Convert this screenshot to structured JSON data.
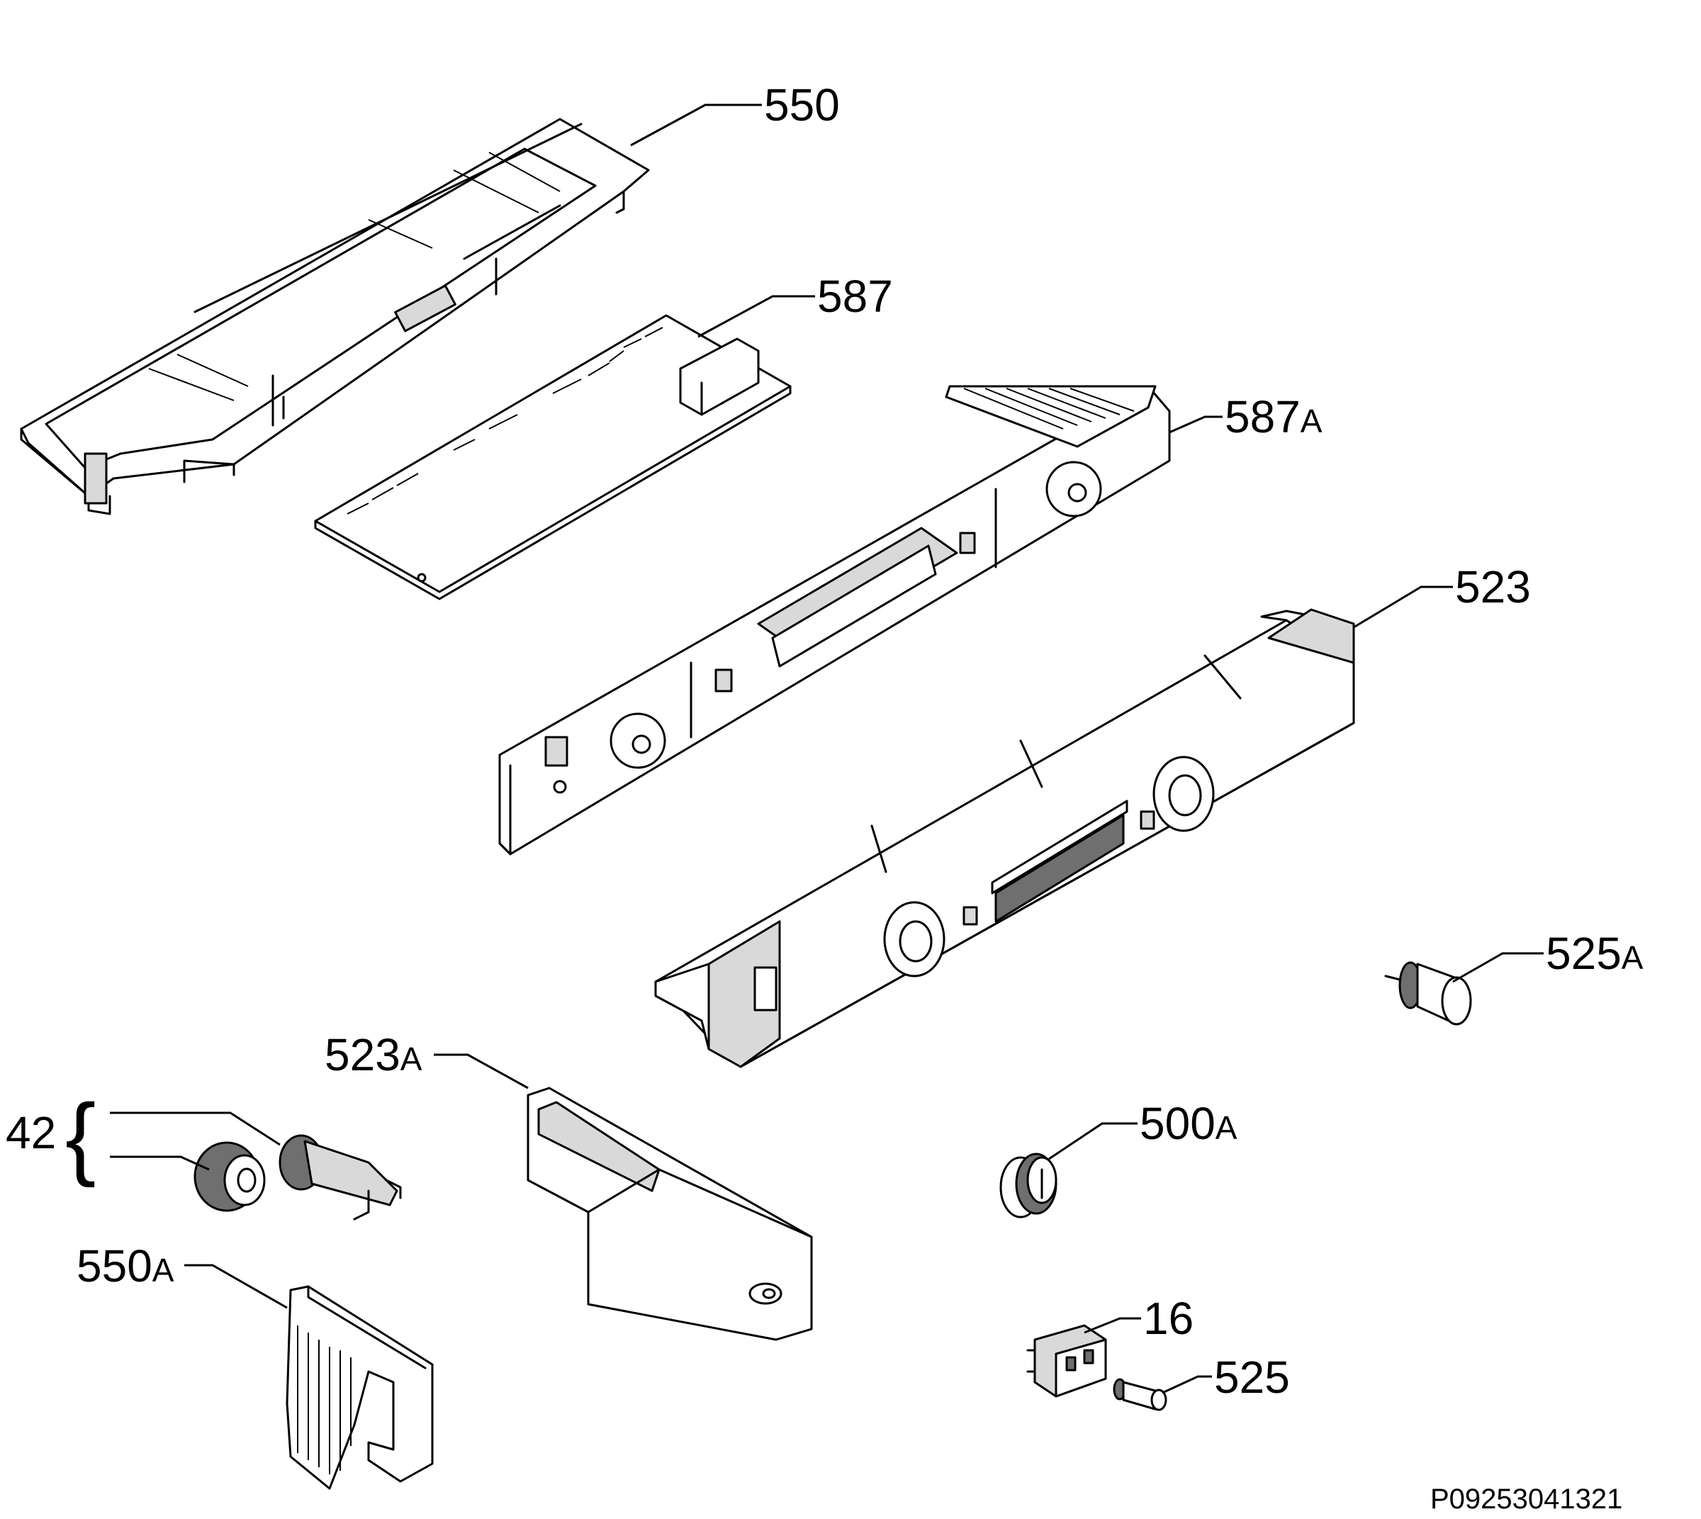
{
  "callouts": {
    "c550": {
      "num": "550",
      "suffix": ""
    },
    "c587": {
      "num": "587",
      "suffix": ""
    },
    "c587A": {
      "num": "587",
      "suffix": "A"
    },
    "c523": {
      "num": "523",
      "suffix": ""
    },
    "c525A": {
      "num": "525",
      "suffix": "A"
    },
    "c523A": {
      "num": "523",
      "suffix": "A"
    },
    "c42": {
      "num": "42",
      "suffix": ""
    },
    "c500A": {
      "num": "500",
      "suffix": "A"
    },
    "c550A": {
      "num": "550",
      "suffix": "A"
    },
    "c16": {
      "num": "16",
      "suffix": ""
    },
    "c525": {
      "num": "525",
      "suffix": ""
    }
  },
  "drawing_code": "P09253041321",
  "brace_glyph": "{"
}
